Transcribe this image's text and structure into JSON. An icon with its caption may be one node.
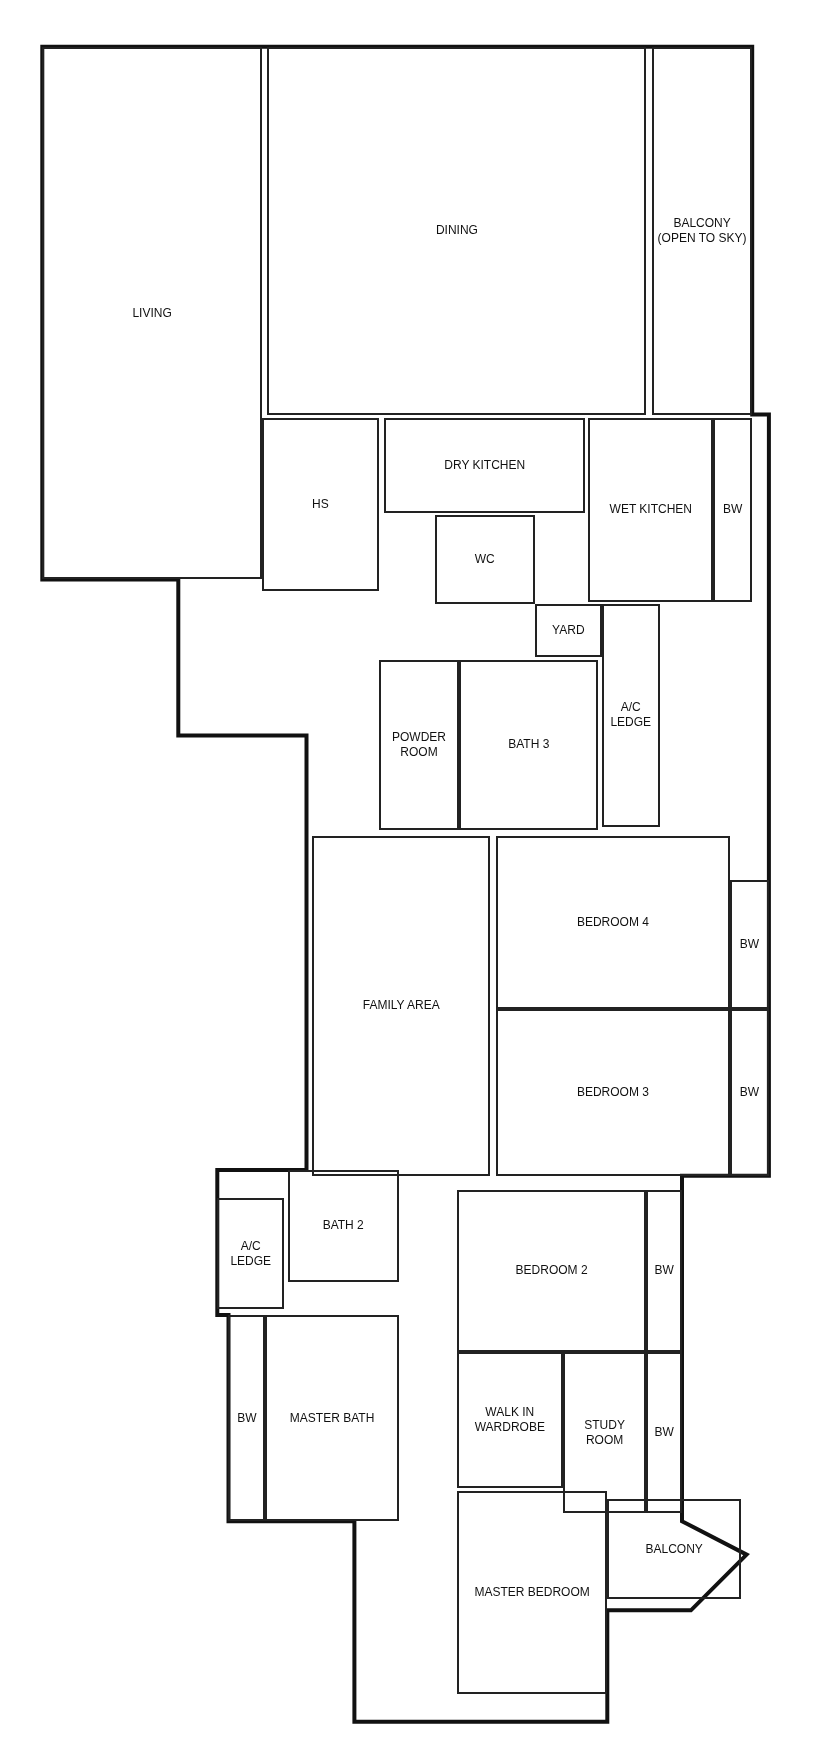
{
  "diagram": {
    "nodes": [
      {
        "text": [
          "LIVING"
        ]
      },
      {
        "text": [
          "DINING"
        ]
      },
      {
        "text": [
          "BALCONY (OPEN TO SKY)"
        ]
      },
      {
        "text": [
          "HS"
        ]
      },
      {
        "text": [
          "DRY KITCHEN"
        ]
      },
      {
        "text": [
          "WET KITCHEN"
        ]
      },
      {
        "text": [
          "BW"
        ]
      },
      {
        "text": [
          "WC"
        ]
      },
      {
        "text": [
          "YARD"
        ]
      },
      {
        "text": [
          "A/C LEDGE"
        ]
      },
      {
        "text": [
          "POWDER ROOM"
        ]
      },
      {
        "text": [
          "BATH 3"
        ]
      },
      {
        "text": [
          "BEDROOM 4"
        ]
      },
      {
        "text": [
          "BW"
        ]
      },
      {
        "text": [
          "FAMILY AREA"
        ]
      },
      {
        "text": [
          "BEDROOM 3"
        ]
      },
      {
        "text": [
          "BW"
        ]
      },
      {
        "text": [
          "BATH 2"
        ]
      },
      {
        "text": [
          "A/C LEDGE"
        ]
      },
      {
        "text": [
          "BEDROOM 2"
        ]
      },
      {
        "text": [
          "BW"
        ]
      },
      {
        "text": [
          "WALK IN WARDROBE"
        ]
      },
      {
        "text": [
          "STUDY ROOM"
        ]
      },
      {
        "text": [
          "BW"
        ]
      },
      {
        "text": [
          "BW"
        ]
      },
      {
        "text": [
          "MASTER BATH"
        ]
      },
      {
        "text": [
          "BALCONY"
        ]
      },
      {
        "text": [
          "MASTER BEDROOM"
        ]
      }
    ]
  }
}
